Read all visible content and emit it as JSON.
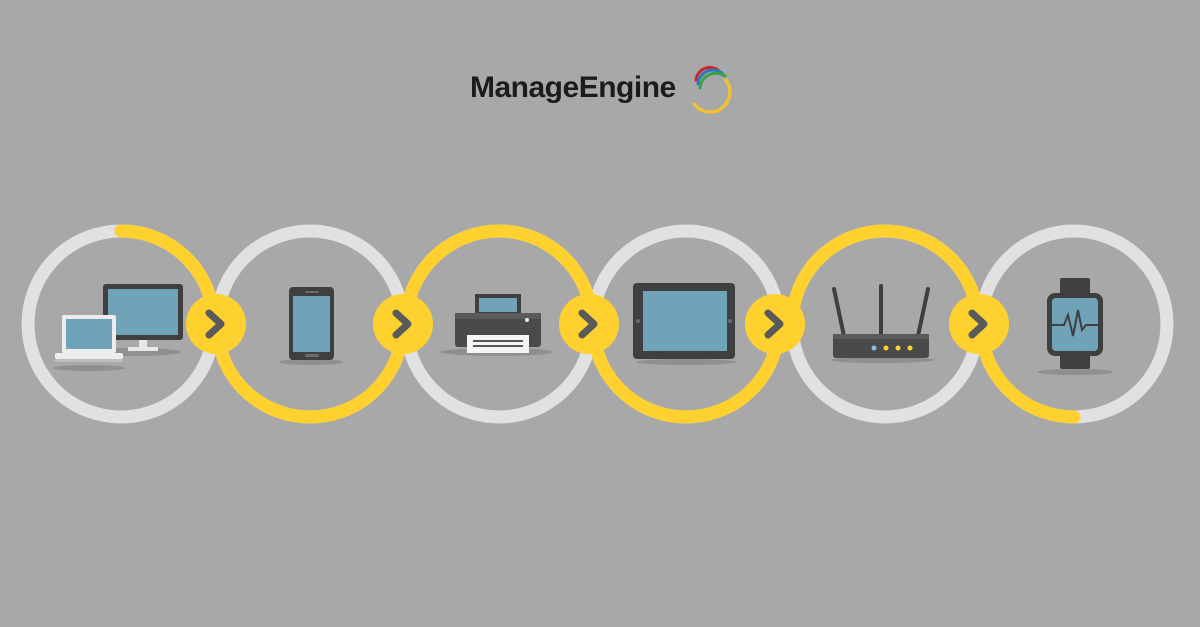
{
  "brand": {
    "name": "ManageEngine",
    "arc_colors": [
      "#c9252c",
      "#2a7ab8",
      "#3aa147",
      "#f1c232"
    ]
  },
  "colors": {
    "background": "#a8a8a8",
    "ring_gray": "#e1e1e1",
    "ring_yellow": "#ffd12e",
    "chevron_circle": "#ffd12e",
    "chevron": "#5a5a5a",
    "device_dark": "#3f3f3f",
    "device_screen": "#6fa3b8"
  },
  "flow": {
    "devices": [
      {
        "name": "desktop-and-laptop",
        "icon": "desktop-laptop-icon"
      },
      {
        "name": "smartphone",
        "icon": "smartphone-icon"
      },
      {
        "name": "printer",
        "icon": "printer-icon"
      },
      {
        "name": "tablet",
        "icon": "tablet-icon"
      },
      {
        "name": "router",
        "icon": "router-icon"
      },
      {
        "name": "smartwatch",
        "icon": "smartwatch-icon"
      }
    ],
    "connector_icon": "chevron-right-icon"
  }
}
